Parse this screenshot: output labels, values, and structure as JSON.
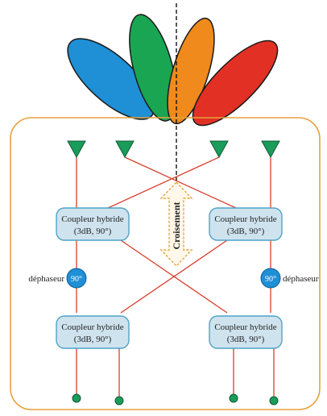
{
  "colors": {
    "beam_blue": "#1f8fd6",
    "beam_green": "#1aa552",
    "beam_orange": "#f08a1c",
    "beam_red": "#e23025",
    "frame": "#e6a13a",
    "antenna": "#1a9c5a",
    "line": "#d9402d",
    "coupler_fill": "#cfe3ee",
    "coupler_stroke": "#4ea3c8",
    "phase_fill": "#1f8fd6",
    "arrow": "#e8a43a",
    "port": "#1a9c5a"
  },
  "couplers": {
    "tl": {
      "line1": "Coupleur hybride",
      "line2": "(3dB, 90°)"
    },
    "tr": {
      "line1": "Coupleur hybride",
      "line2": "(3dB, 90°)"
    },
    "bl": {
      "line1": "Coupleur hybride",
      "line2": "(3dB, 90°)"
    },
    "br": {
      "line1": "Coupleur hybride",
      "line2": "(3dB, 90°)"
    }
  },
  "phase_shifters": {
    "left": {
      "label": "déphaseur",
      "value": "90°"
    },
    "right": {
      "label": "déphaseur",
      "value": "90°"
    }
  },
  "crossover_label": "Croisement"
}
